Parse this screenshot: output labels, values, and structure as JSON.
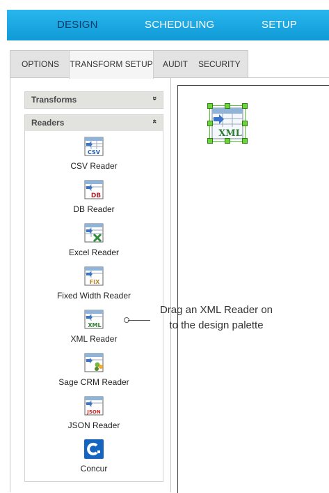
{
  "nav": {
    "design": "DESIGN",
    "scheduling": "SCHEDULING",
    "setup": "SETUP"
  },
  "tabs": {
    "options": "OPTIONS",
    "transform_setup": "TRANSFORM SETUP",
    "audit": "AUDIT",
    "security": "SECURITY"
  },
  "panel": {
    "transforms": {
      "label": "Transforms",
      "chevron": "»"
    },
    "readers": {
      "label": "Readers",
      "chevron": "«"
    }
  },
  "readers": [
    {
      "label": "CSV Reader",
      "icon": "csv-reader-icon",
      "badge": "CSV"
    },
    {
      "label": "DB Reader",
      "icon": "db-reader-icon",
      "badge": "DB"
    },
    {
      "label": "Excel Reader",
      "icon": "excel-reader-icon",
      "badge": ""
    },
    {
      "label": "Fixed Width Reader",
      "icon": "fixed-width-reader-icon",
      "badge": "FIX"
    },
    {
      "label": "XML Reader",
      "icon": "xml-reader-icon",
      "badge": "XML"
    },
    {
      "label": "Sage CRM Reader",
      "icon": "sage-crm-reader-icon",
      "badge": ""
    },
    {
      "label": "JSON Reader",
      "icon": "json-reader-icon",
      "badge": "JSON"
    },
    {
      "label": "Concur",
      "icon": "concur-icon",
      "badge": ""
    }
  ],
  "canvas": {
    "dropped_badge": "XML"
  },
  "callout": {
    "line1": "Drag an XML Reader on",
    "line2": "to the design palette"
  },
  "colors": {
    "topbar": "#1aa8e4",
    "design_tab_text": "#0b3b66",
    "selection": "#6bd43a"
  }
}
